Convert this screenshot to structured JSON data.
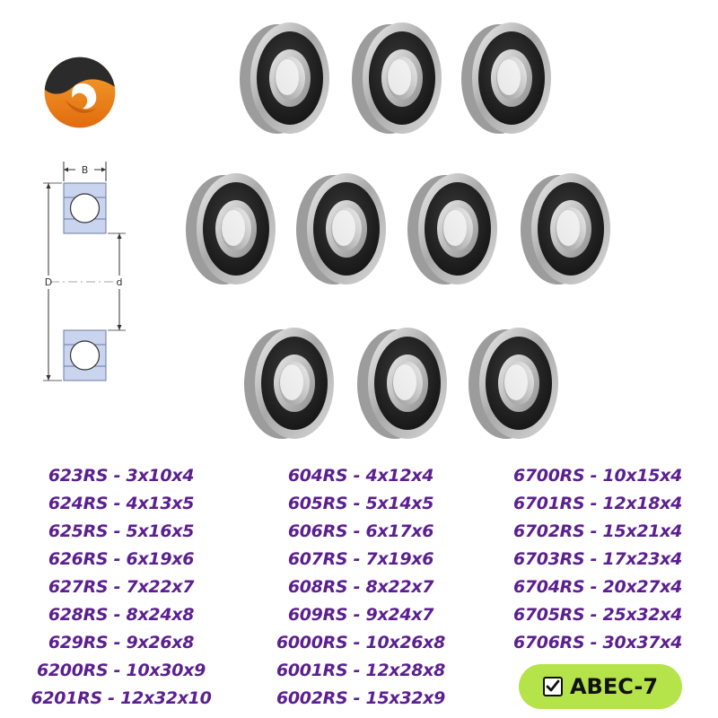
{
  "logo": {
    "icon": "swirl-logo-icon",
    "colors": {
      "dark": "#2b2b2b",
      "accent": "#f08a1e"
    }
  },
  "diagram": {
    "label_b": "B",
    "label_D": "D",
    "label_d": "d",
    "fill_color": "#c9d4ef"
  },
  "bearings": [
    {
      "name": "bearing-image-1"
    },
    {
      "name": "bearing-image-2"
    },
    {
      "name": "bearing-image-3"
    },
    {
      "name": "bearing-image-4"
    },
    {
      "name": "bearing-image-5"
    },
    {
      "name": "bearing-image-6"
    },
    {
      "name": "bearing-image-7"
    },
    {
      "name": "bearing-image-8"
    },
    {
      "name": "bearing-image-9"
    },
    {
      "name": "bearing-image-10"
    }
  ],
  "specs": {
    "column1": [
      "623RS - 3x10x4",
      "624RS - 4x13x5",
      "625RS - 5x16x5",
      "626RS - 6x19x6",
      "627RS - 7x22x7",
      "628RS - 8x24x8",
      "629RS - 9x26x8",
      "6200RS - 10x30x9",
      "6201RS - 12x32x10"
    ],
    "column2": [
      "604RS - 4x12x4",
      "605RS - 5x14x5",
      "606RS - 6x17x6",
      "607RS - 7x19x6",
      "608RS - 8x22x7",
      "609RS - 9x24x7",
      "6000RS - 10x26x8",
      "6001RS - 12x28x8",
      "6002RS - 15x32x9"
    ],
    "column3": [
      "6700RS - 10x15x4",
      "6701RS - 12x18x4",
      "6702RS - 15x21x4",
      "6703RS - 17x23x4",
      "6704RS - 20x27x4",
      "6705RS - 25x32x4",
      "6706RS - 30x37x4"
    ]
  },
  "badge": {
    "label": "ABEC-7",
    "color": "#b5e34a",
    "icon": "checkbox-check-icon"
  },
  "text_color": "#5b1f8f"
}
